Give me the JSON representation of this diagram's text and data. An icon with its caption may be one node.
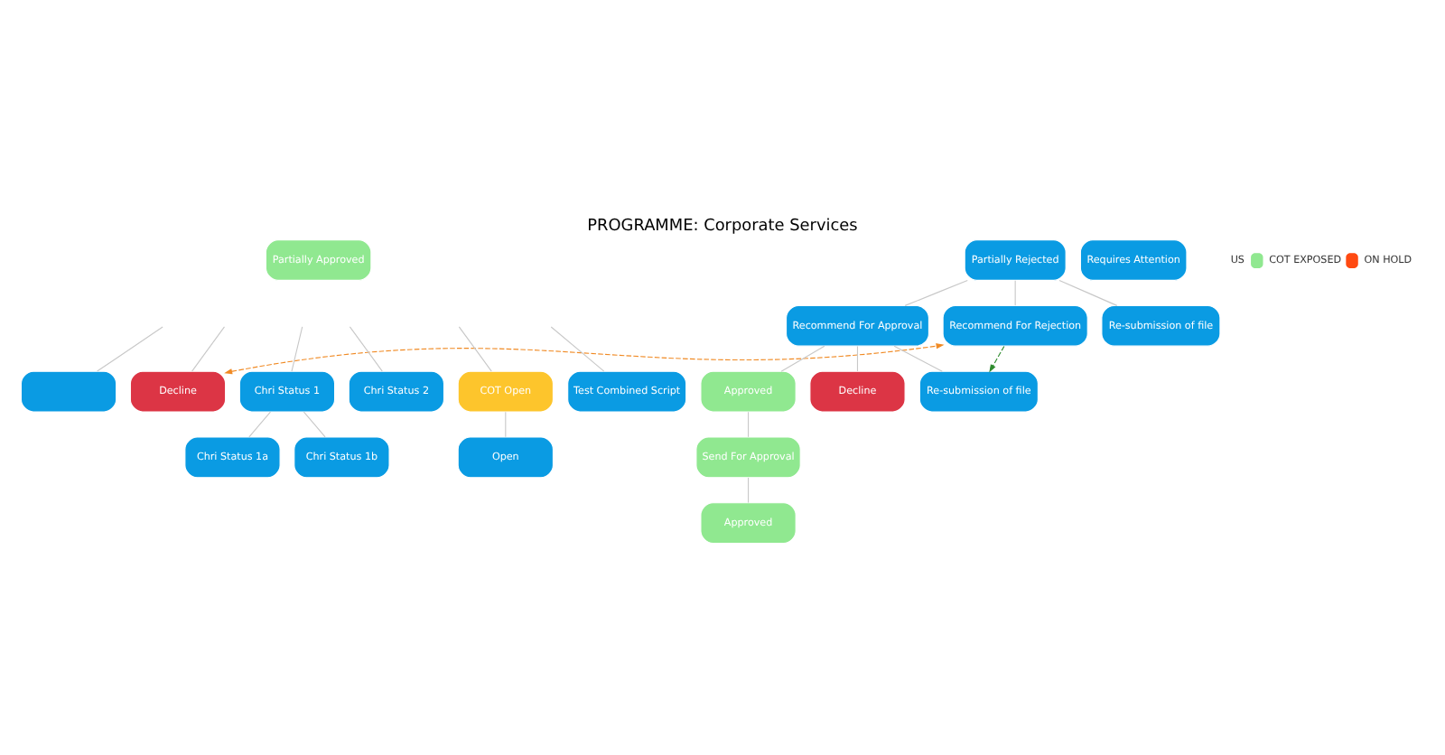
{
  "diagram": {
    "title": "PROGRAMME: Corporate Services",
    "nodes": [
      {
        "text": [
          "Partially Approved"
        ]
      },
      {
        "text": [
          "Partially Rejected"
        ]
      },
      {
        "text": [
          "Requires Attention"
        ]
      },
      {
        "text": [],
        "shape": "box"
      },
      {
        "text": [
          "Decline"
        ]
      },
      {
        "text": [
          "Chri Status 1"
        ]
      },
      {
        "text": [
          "Chri Status 2"
        ]
      },
      {
        "text": [
          "COT Open"
        ]
      },
      {
        "text": [
          "Test Combined Script"
        ]
      },
      {
        "text": [
          "Recommend For Approval"
        ]
      },
      {
        "text": [
          "Recommend For Rejection"
        ]
      },
      {
        "text": [
          "Re-submission of file"
        ]
      },
      {
        "text": [
          "Chri Status 1a"
        ]
      },
      {
        "text": [
          "Chri Status 1b"
        ]
      },
      {
        "text": [
          "Open"
        ]
      },
      {
        "text": [
          "Approved"
        ]
      },
      {
        "text": [
          "Decline"
        ]
      },
      {
        "text": [
          "Re-submission of file"
        ]
      },
      {
        "text": [
          "Send For Approval"
        ]
      },
      {
        "text": [
          "Approved"
        ]
      }
    ],
    "edges": [
      {
        "from": null,
        "to": 3,
        "arrow": "none"
      },
      {
        "from": null,
        "to": 4,
        "arrow": "none"
      },
      {
        "from": null,
        "to": 5,
        "arrow": "none"
      },
      {
        "from": null,
        "to": 6,
        "arrow": "none"
      },
      {
        "from": null,
        "to": 7,
        "arrow": "none"
      },
      {
        "from": null,
        "to": 8,
        "arrow": "none"
      },
      {
        "from": 1,
        "to": 9,
        "arrow": "none"
      },
      {
        "from": 1,
        "to": 10,
        "arrow": "none"
      },
      {
        "from": 1,
        "to": 11,
        "arrow": "none"
      },
      {
        "from": 5,
        "to": 12,
        "arrow": "none"
      },
      {
        "from": 5,
        "to": 13,
        "arrow": "none"
      },
      {
        "from": 7,
        "to": 14,
        "arrow": "none"
      },
      {
        "from": 9,
        "to": 15,
        "arrow": "none"
      },
      {
        "from": 9,
        "to": 16,
        "arrow": "none"
      },
      {
        "from": 9,
        "to": 17,
        "arrow": "none"
      },
      {
        "from": 15,
        "to": 18,
        "arrow": "none"
      },
      {
        "from": 18,
        "to": 19,
        "arrow": "none"
      },
      {
        "from": 4,
        "to": 10,
        "arrow": "both",
        "style": "dashed",
        "color": "#f08a24"
      },
      {
        "from": 10,
        "to": 17,
        "arrow": "to",
        "style": "dashed",
        "color": "#2e8b2e"
      }
    ],
    "legend": [
      {
        "text": "US"
      },
      {
        "text": "COT EXPOSED",
        "color": "#90e890"
      },
      {
        "text": "ON HOLD",
        "color": "#ff4a12"
      }
    ]
  }
}
